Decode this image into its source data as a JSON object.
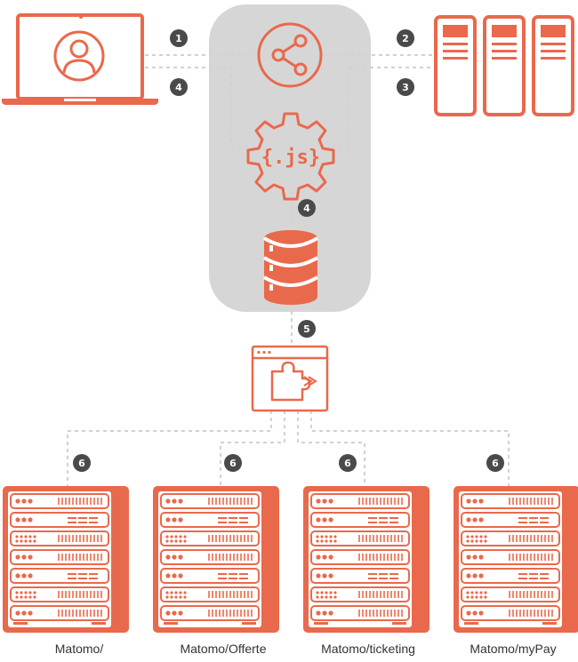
{
  "colors": {
    "accent": "#e9694c",
    "panel": "#d6d6d6",
    "badge": "#4a4a4a",
    "connector": "#d2d2d2"
  },
  "icons": {
    "client": "laptop-user-icon",
    "proxy": "share-icon",
    "script": "js-gear-icon",
    "database": "database-icon",
    "plugin": "plugin-window-icon",
    "servers": "server-rack-icon"
  },
  "steps": {
    "s1": "1",
    "s2": "2",
    "s3": "3",
    "s4a": "4",
    "s4b": "4",
    "s5": "5",
    "s6": "6"
  },
  "js_label": "{.js}",
  "destinations": [
    {
      "label": "Matomo/"
    },
    {
      "label": "Matomo/Offerte"
    },
    {
      "label": "Matomo/ticketing"
    },
    {
      "label": "Matomo/myPay"
    }
  ]
}
